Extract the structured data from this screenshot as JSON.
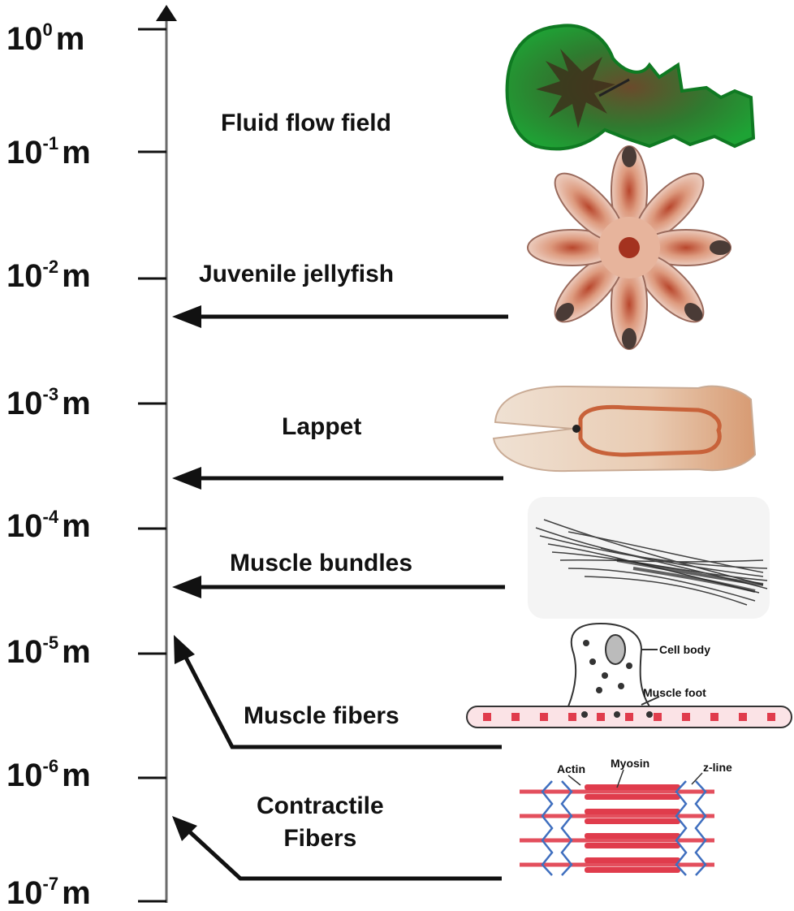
{
  "axis": {
    "ticks": [
      {
        "base": "10",
        "exp": "0",
        "unit": "m"
      },
      {
        "base": "10",
        "exp": "-1",
        "unit": "m"
      },
      {
        "base": "10",
        "exp": "-2",
        "unit": "m"
      },
      {
        "base": "10",
        "exp": "-3",
        "unit": "m"
      },
      {
        "base": "10",
        "exp": "-4",
        "unit": "m"
      },
      {
        "base": "10",
        "exp": "-5",
        "unit": "m"
      },
      {
        "base": "10",
        "exp": "-6",
        "unit": "m"
      },
      {
        "base": "10",
        "exp": "-7",
        "unit": "m"
      }
    ]
  },
  "levels": {
    "fluid_flow": "Fluid flow field",
    "juvenile": "Juvenile jellyfish",
    "lappet": "Lappet",
    "muscle_bundles": "Muscle bundles",
    "muscle_fibers": "Muscle fibers",
    "contractile_line1": "Contractile",
    "contractile_line2": "Fibers"
  },
  "fiber_diagram": {
    "cell_body": "Cell body",
    "muscle_foot": "Muscle foot"
  },
  "sarcomere_diagram": {
    "actin": "Actin",
    "myosin": "Myosin",
    "z_line": "z-line"
  },
  "colors": {
    "flow_green": "#22b53a",
    "jelly_orange": "#c9653f",
    "muscle_red": "#e03c4c",
    "zline_blue": "#3f6fbf"
  }
}
